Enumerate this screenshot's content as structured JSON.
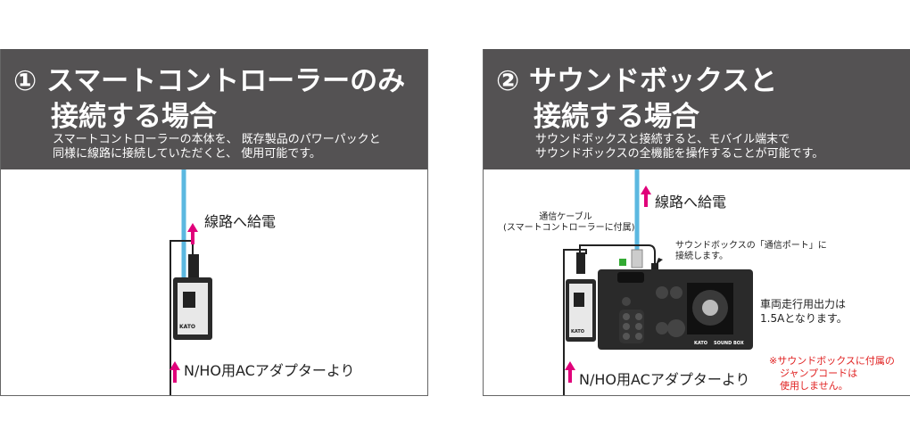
{
  "panels": [
    {
      "title_line1": "① スマートコントローラーのみ",
      "title_line2": "接続する場合",
      "desc_line1": "スマートコントローラーの本体を、 既存製品のパワーパックと",
      "desc_line2": "同様に線路に接続していただくと、 使用可能です。",
      "track_label": "線路へ給電",
      "adapter_label": "N/HO用ACアダプターより"
    },
    {
      "title_line1": "② サウンドボックスと",
      "title_line2": "接続する場合",
      "desc_line1": "サウンドボックスと接続すると、モバイル端末で",
      "desc_line2": "サウンドボックスの全機能を操作することが可能です。",
      "track_label": "線路へ給電",
      "adapter_label": "N/HO用ACアダプターより",
      "cable_label_1": "通信ケーブル",
      "cable_label_2": "(スマートコントローラーに付属)",
      "port_label_1": "サウンドボックスの「通信ポート」に",
      "port_label_2": "接続します。",
      "output_label_1": "車両走行用出力は",
      "output_label_2": "1.5Aとなります。",
      "note_1": "※サウンドボックスに付属の",
      "note_2": "ジャンプコードは",
      "note_3": "使用しません。"
    }
  ],
  "colors": {
    "header": "#545253",
    "arrow": "#e0007a",
    "cable": "#5bb8e0",
    "note": "#e02020",
    "device": "#2a2a2a"
  },
  "logos": {
    "controller": "KATO",
    "soundbox": "SOUND BOX"
  }
}
